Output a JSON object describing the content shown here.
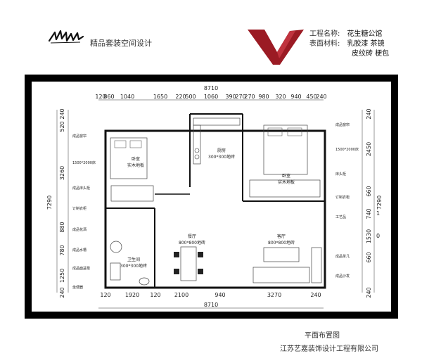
{
  "header": {
    "subtitle": "精品套装空间设计",
    "signature_icon": "signature-logo",
    "brand_icon": "v-logo",
    "brand_color": "#9b1b24"
  },
  "project": {
    "name_label": "工程名称:",
    "name_value": "花生糖公馆",
    "material_label": "表面材料:",
    "material_line1": "乳胶漆 茶镜",
    "material_line2": "皮纹砖 梗包"
  },
  "plan": {
    "top_total": "8710",
    "bottom_total": "8710",
    "top_dims": [
      "120",
      "860",
      "1040",
      "1650",
      "220",
      "500",
      "1060",
      "390",
      "270",
      "270",
      "980",
      "320",
      "940",
      "450",
      "240"
    ],
    "bottom_dims": [
      "120",
      "1920",
      "120",
      "2100",
      "940",
      "3270",
      "240"
    ],
    "left_total": "7290",
    "right_total": "7290",
    "left_dims": [
      "240",
      "520",
      "3260",
      "880",
      "780",
      "1250",
      "240"
    ],
    "right_dims": [
      "240",
      "2450",
      "660",
      "740",
      "1530",
      "660",
      "240"
    ],
    "right_dims_b": [
      "1",
      "0"
    ],
    "left_labels": [
      "成品窗帘",
      "1500*2000床",
      "成品床头柜",
      "订制衣柜",
      "成品花洒",
      "成品水槽",
      "成品面盆柜",
      "坐便器"
    ],
    "right_labels": [
      "成品窗帘",
      "1500*2000床",
      "床头柜",
      "订制衣柜",
      "工艺品",
      "成品茶几",
      "成品沙发"
    ],
    "rooms": {
      "bedroom1_name": "卧室",
      "bedroom1_floor": "实木地板",
      "kitchen_name": "厨房",
      "kitchen_floor": "300*300地砖",
      "bedroom2_name": "卧室",
      "bedroom2_floor": "实木地板",
      "dining_name": "餐厅",
      "dining_floor": "800*800地砖",
      "living_name": "客厅",
      "living_floor": "800*800地砖",
      "bath_name": "卫生间",
      "bath_floor": "300*300地砖"
    }
  },
  "footer": {
    "plan_caption": "平面布置图",
    "company": "江苏艺嘉装饰设计工程有限公司"
  }
}
